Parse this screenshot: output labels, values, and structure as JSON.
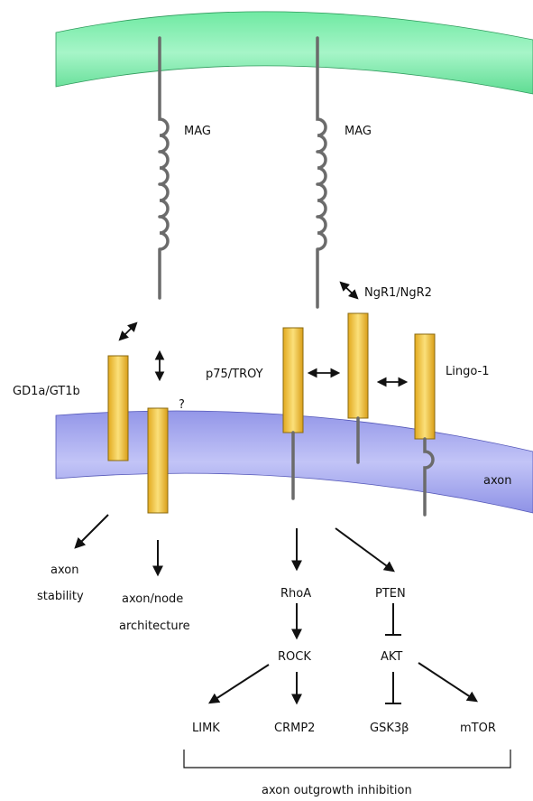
{
  "colors": {
    "myelin_membrane": "#86efb0",
    "axon_membrane": "#a9acf2",
    "receptor": "#f2c43c",
    "receptor_stroke": "#8a6a10",
    "stalk": "#8a8a8a",
    "arrow": "#111111"
  },
  "labels": {
    "mag_left": "MAG",
    "mag_right": "MAG",
    "ngr": "NgR1/NgR2",
    "gangliosides": "GD1a/GT1b",
    "p75": "p75/TROY",
    "lingo": "Lingo-1",
    "question": "?",
    "axon": "axon",
    "axon_stability_1": "axon",
    "axon_stability_2": "stability",
    "node_arch_1": "axon/node",
    "node_arch_2": "architecture",
    "rhoa": "RhoA",
    "pten": "PTEN",
    "rock": "ROCK",
    "akt": "AKT",
    "limk": "LIMK",
    "crmp2": "CRMP2",
    "gsk3": "GSK3β",
    "mtor": "mTOR",
    "outgrowth": "axon outgrowth inhibition"
  }
}
